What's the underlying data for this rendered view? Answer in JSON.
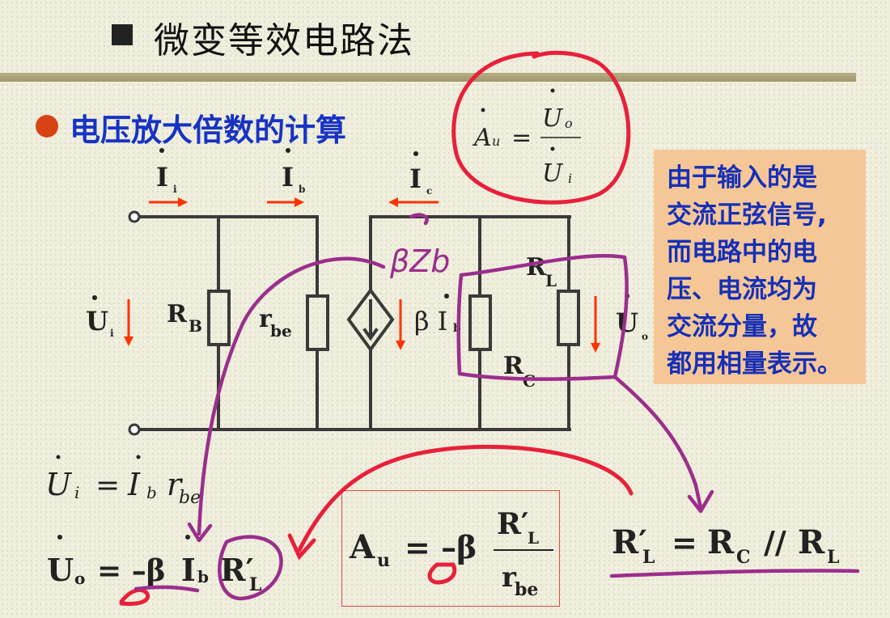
{
  "title": "微变等效电路法",
  "subtitle": "电压放大倍数的计算",
  "note": "由于输入的是\n交流正弦信号,\n而电路中的电\n压、电流均为\n交流分量，故\n都用相量表示。",
  "definition": {
    "lhs": "A",
    "lhs_sub": "u",
    "num": "U",
    "num_sub": "o",
    "den": "U",
    "den_sub": "i"
  },
  "circuit": {
    "current_i": "I",
    "current_i_sub": "i",
    "current_b": "I",
    "current_b_sub": "b",
    "current_c": "I",
    "current_c_sub": "c",
    "voltage_in": "U",
    "voltage_in_sub": "i",
    "voltage_out": "U",
    "voltage_out_sub": "o",
    "RB": "R",
    "RB_sub": "B",
    "rbe": "r",
    "rbe_sub": "be",
    "source": "β I",
    "source_sub": "b",
    "RC": "R",
    "RC_sub": "C",
    "RL": "R",
    "RL_sub": "L"
  },
  "equations": {
    "ui": {
      "a": "U",
      "a_sub": "i",
      "eq": "=",
      "b": "I",
      "b_sub": "b",
      "c": "r",
      "c_sub": "be"
    },
    "uo": {
      "a": "U",
      "a_sub": "o",
      "eq": "= –β",
      "b": "I",
      "b_sub": "b",
      "c": "R′",
      "c_sub": "L"
    },
    "au": {
      "a": "A",
      "a_sub": "u",
      "eq": "= –β",
      "num": "R′",
      "num_sub": "L",
      "den": "r",
      "den_sub": "be"
    },
    "rl": {
      "a": "R′",
      "a_sub": "L",
      "eq": "=",
      "b": "R",
      "b_sub": "C",
      "op": "//",
      "c": "R",
      "c_sub": "L"
    }
  },
  "handwriting": "βZb",
  "colors": {
    "subtitle": "#1733c4",
    "bullet": "#d84315",
    "note_bg": "#f6c796",
    "arrow": "#ff3300",
    "ink_red": "#e8203a",
    "ink_purple": "#9b2e8c"
  }
}
